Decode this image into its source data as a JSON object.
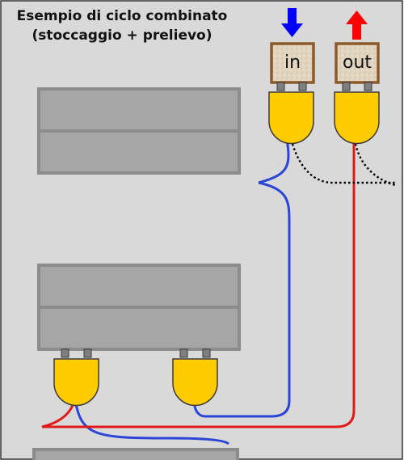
{
  "title": {
    "line1": "Esempio di ciclo combinato",
    "line2": "(stoccaggio + prelievo)"
  },
  "boxes": {
    "in_label": "in",
    "out_label": "out"
  },
  "colors": {
    "background": "#d9d9d9",
    "rack_fill": "#a6a6a6",
    "rack_stroke": "#8a8a8a",
    "gripper_fill": "#ffcc00",
    "gripper_stroke": "#3a3a3a",
    "connector_fill": "#7f7f7f",
    "box_fill": "#e3d6c0",
    "box_stroke": "#8b5a2b",
    "arrow_in": "#0000ff",
    "arrow_out": "#ff0000",
    "path_blue": "#2a45d8",
    "path_red": "#e21a1a",
    "path_dotted": "#000000"
  },
  "icons": [
    "arrow-down-icon",
    "arrow-up-icon",
    "gripper-icon",
    "rack-shelf-icon"
  ]
}
